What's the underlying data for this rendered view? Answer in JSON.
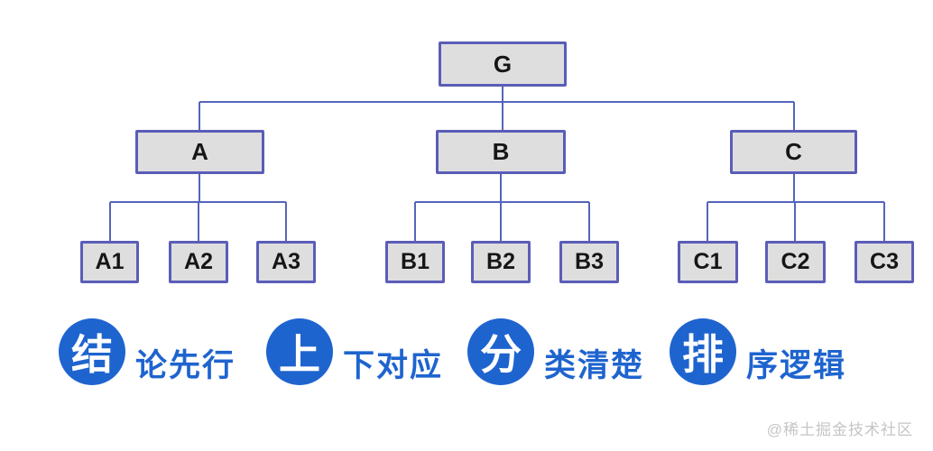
{
  "diagram": {
    "title_hint": "pyramid-principle-tree",
    "root": {
      "label": "G"
    },
    "branches": [
      {
        "label": "A",
        "children": [
          {
            "label": "A1"
          },
          {
            "label": "A2"
          },
          {
            "label": "A3"
          }
        ]
      },
      {
        "label": "B",
        "children": [
          {
            "label": "B1"
          },
          {
            "label": "B2"
          },
          {
            "label": "B3"
          }
        ]
      },
      {
        "label": "C",
        "children": [
          {
            "label": "C1"
          },
          {
            "label": "C2"
          },
          {
            "label": "C3"
          }
        ]
      }
    ]
  },
  "principles": [
    {
      "badge_char": "结",
      "suffix": "论先行"
    },
    {
      "badge_char": "上",
      "suffix": "下对应"
    },
    {
      "badge_char": "分",
      "suffix": "类清楚"
    },
    {
      "badge_char": "排",
      "suffix": "序逻辑"
    }
  ],
  "watermark": "@稀土掘金技术社区",
  "colors": {
    "badge_blue": "#1e64cf",
    "box_fill": "#dedede",
    "box_border": "#5b5db8",
    "connector_line": "#5565bb",
    "watermark_gray": "#c5c5c5",
    "background": "#ffffff"
  }
}
